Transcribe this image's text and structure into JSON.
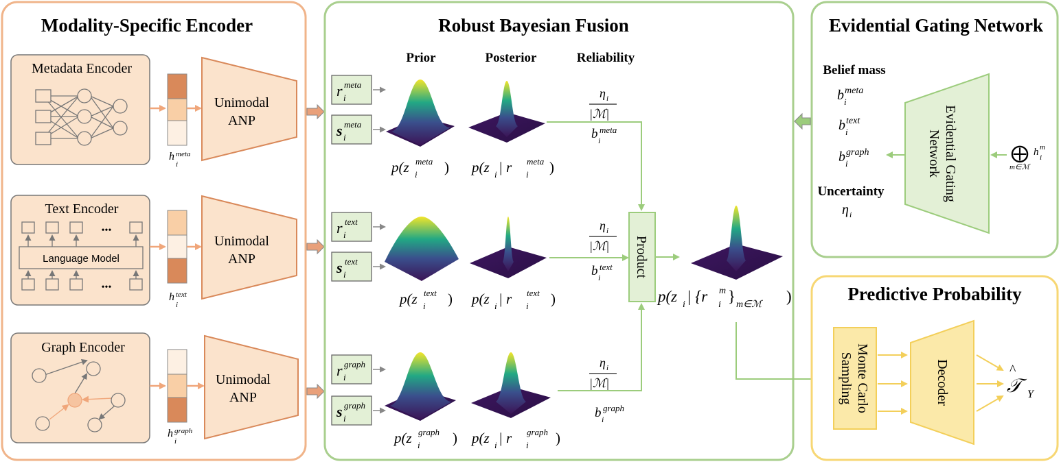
{
  "colors": {
    "orange_border": "#f0b48a",
    "orange_fill": "#fbe3cc",
    "orange_dark": "#d9895a",
    "green_border": "#a9cf8e",
    "green_fill": "#e3f0d6",
    "yellow_border": "#f7d774",
    "yellow_fill": "#fbe9a9",
    "purple_dark": "#3b1a5a",
    "yellow_peak": "#f2e52a"
  },
  "panels": {
    "encoder": {
      "title": "Modality-Specific Encoder",
      "metadata_encoder": "Metadata Encoder",
      "text_encoder": "Text Encoder",
      "language_model": "Language Model",
      "dots": "•••",
      "graph_encoder": "Graph Encoder",
      "anp_line1": "Unimodal",
      "anp_line2": "ANP",
      "h_base": "h",
      "h_sub": "i",
      "h_meta": "meta",
      "h_text": "text",
      "h_graph": "graph"
    },
    "fusion": {
      "title": "Robust Bayesian Fusion",
      "col_prior": "Prior",
      "col_posterior": "Posterior",
      "col_reliability": "Reliability",
      "r_base": "r",
      "s_base": "s",
      "i": "i",
      "meta": "meta",
      "text": "text",
      "graph": "graph",
      "eta": "η",
      "M_abs": "|ℳ|",
      "b_base": "b",
      "product": "Product",
      "prior_meta": "p(z",
      "close": ")",
      "post_prefix": "p(z",
      "given": " | r",
      "joint_given": " | {r",
      "joint_m": "m",
      "joint_close": "}",
      "joint_sub": "m∈ℳ",
      "z_i": "i"
    },
    "gating": {
      "title": "Evidential Gating Network",
      "belief_mass": "Belief mass",
      "uncertainty": "Uncertainty",
      "network_line1": "Evidential Gating",
      "network_line2": "Network",
      "oplus": "⨁",
      "oplus_sub": "m∈ℳ",
      "h": "h",
      "h_sup": "m",
      "h_sub": "i"
    },
    "predictive": {
      "title": "Predictive Probability",
      "mc_line1": "Monte Carlo",
      "mc_line2": "Sampling",
      "decoder": "Decoder",
      "output": "𝒯",
      "output_sub": "Y",
      "hat": "^"
    }
  }
}
